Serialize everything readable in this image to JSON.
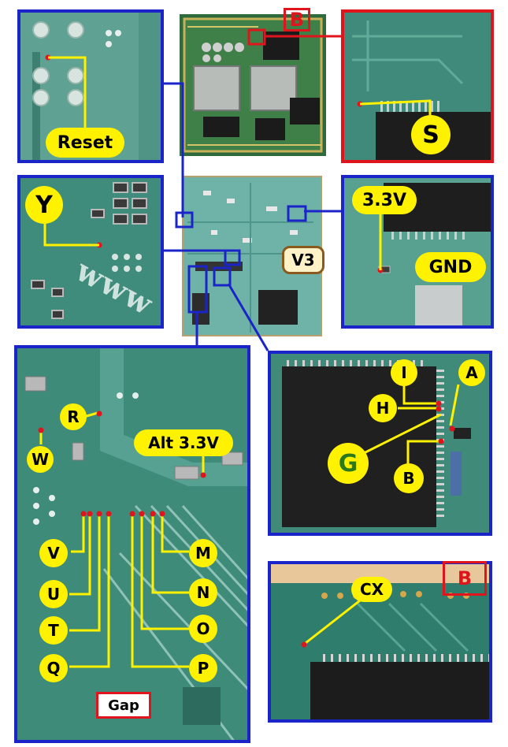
{
  "labels": {
    "reset": "Reset",
    "s": "S",
    "y": "Y",
    "v33": "3.3V",
    "gnd": "GND",
    "r": "R",
    "w": "W",
    "alt33": "Alt 3.3V",
    "v": "V",
    "u": "U",
    "t": "T",
    "q": "Q",
    "m": "M",
    "n": "N",
    "o": "O",
    "p": "P",
    "gap": "Gap",
    "i": "I",
    "a": "A",
    "h": "H",
    "g": "G",
    "b": "B",
    "cx": "CX"
  },
  "board": {
    "version": "V3",
    "tag_b_top": "B",
    "tag_b_bottom": "B",
    "watermark": "www"
  },
  "colors": {
    "panel_border_blue": "#1a24c8",
    "panel_border_red": "#e0141c",
    "label_fill": "#fff200",
    "point_marker": "#e0141c",
    "pcb_green": "#3f8f7e"
  }
}
